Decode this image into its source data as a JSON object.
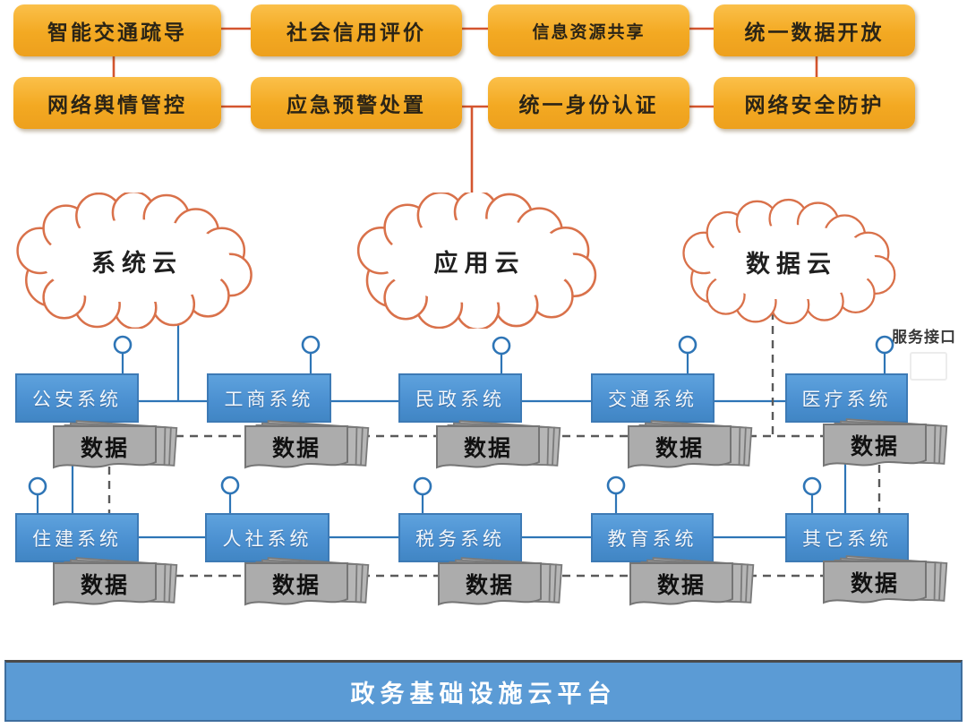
{
  "top_services": {
    "row1": [
      "智能交通疏导",
      "社会信用评价",
      "信息资源共享",
      "统一数据开放"
    ],
    "row2": [
      "网络舆情管控",
      "应急预警处置",
      "统一身份认证",
      "网络安全防护"
    ]
  },
  "clouds": [
    "系统云",
    "应用云",
    "数据云"
  ],
  "service_interface_label": "服务接口",
  "systems": {
    "row1": [
      "公安系统",
      "工商系统",
      "民政系统",
      "交通系统",
      "医疗系统"
    ],
    "row2": [
      "住建系统",
      "人社系统",
      "税务系统",
      "教育系统",
      "其它系统"
    ]
  },
  "data_label": "数据",
  "platform_bar": {
    "label": "政务基础设施云平台"
  },
  "colors": {
    "orange_box": "#F3A922",
    "orange_line": "#D4552F",
    "blue_box": "#4A8FD0",
    "blue_line": "#2E75B6",
    "gray_stack": "#ACACAC",
    "dashed_line": "#5A5A5A",
    "platform_bar": "#5B9BD5"
  }
}
